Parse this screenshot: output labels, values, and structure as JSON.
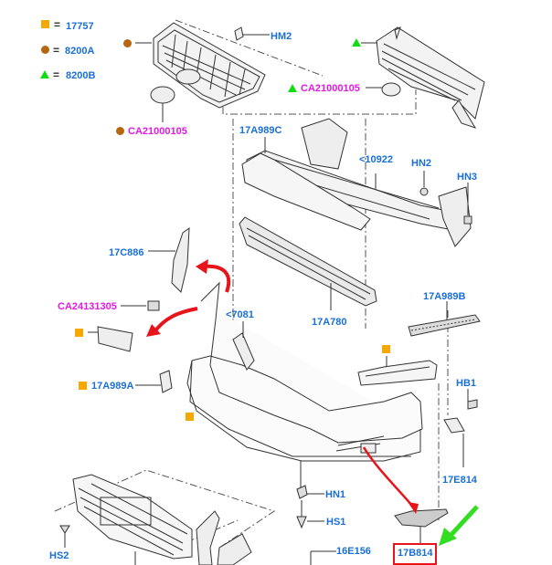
{
  "legend": [
    {
      "marker": "orange-square",
      "symbol": "=",
      "code": "17757"
    },
    {
      "marker": "brown-circle",
      "symbol": "=",
      "code": "8200A"
    },
    {
      "marker": "green-triangle",
      "symbol": "=",
      "code": "8200B"
    }
  ],
  "colors": {
    "label_blue": "#1a6fd6",
    "label_magenta": "#e01ae0",
    "square_orange": "#f5a800",
    "circle_brown": "#b8650f",
    "triangle_green": "#11dd11",
    "highlight_red": "#e8141c",
    "arrow_red": "#e8141c",
    "arrow_green": "#33dd22",
    "line": "#222222"
  },
  "labels": {
    "hm2": "HM2",
    "ca21000105_left": "CA21000105",
    "ca21000105_right": "CA21000105",
    "p17a989c": "17A989C",
    "p10922": "<10922",
    "hn2": "HN2",
    "hn3": "HN3",
    "p17c886": "17C886",
    "ca24131305": "CA24131305",
    "p7081": "<7081",
    "p17a780": "17A780",
    "p17a989b": "17A989B",
    "p17a989a": "17A989A",
    "hb1": "HB1",
    "p17e814": "17E814",
    "hn1": "HN1",
    "hs1": "HS1",
    "hs2": "HS2",
    "p16e156": "16E156",
    "p17b814": "17B814"
  },
  "highlighted_part": "17B814",
  "parts": [
    "upper-grille-left",
    "upper-grille-right",
    "ford-emblem-left",
    "ford-emblem-right",
    "bumper-reinforcement",
    "energy-absorber",
    "lower-absorber",
    "bumper-cover",
    "fog-lamp-bezel",
    "fog-lamp-grille",
    "lower-grille",
    "side-bracket",
    "parking-sensor-bracket"
  ]
}
